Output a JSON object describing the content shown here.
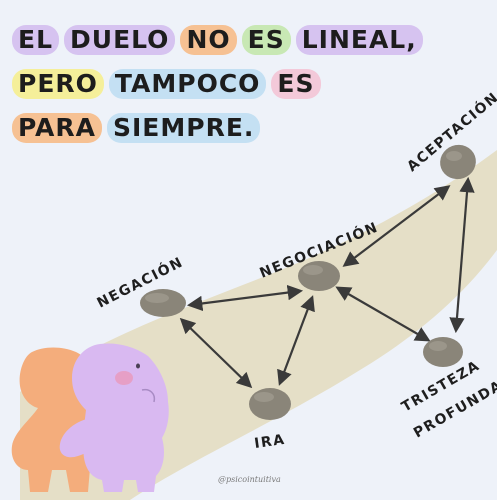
{
  "title": {
    "lines": [
      {
        "words": [
          {
            "text": "EL",
            "hl": "#d6c3f0"
          },
          {
            "text": "DUELO",
            "hl": "#d6c3f0"
          },
          {
            "text": "NO",
            "hl": "#f6c193"
          },
          {
            "text": "ES",
            "hl": "#c8e8b4"
          },
          {
            "text": "LINEAL,",
            "hl": "#d6c3f0"
          }
        ]
      },
      {
        "words": [
          {
            "text": "PERO",
            "hl": "#f5ef9a"
          },
          {
            "text": "TAMPOCO",
            "hl": "#c4e0f3"
          },
          {
            "text": "ES",
            "hl": "#f3c9d9"
          }
        ]
      },
      {
        "words": [
          {
            "text": "PARA",
            "hl": "#f6c193"
          },
          {
            "text": "SIEMPRE.",
            "hl": "#c4e0f3"
          }
        ]
      }
    ]
  },
  "diagram": {
    "nodes": {
      "negacion": {
        "label": "NEGACIÓN"
      },
      "negociacion": {
        "label": "NEGOCIACIÓN"
      },
      "aceptacion": {
        "label": "ACEPTACIÓN"
      },
      "ira": {
        "label": "IRA"
      },
      "tristeza": {
        "label_line1": "TRISTEZA",
        "label_line2": "PROFUNDA"
      }
    },
    "edges": [
      [
        "negacion",
        "negociacion"
      ],
      [
        "negacion",
        "ira"
      ],
      [
        "ira",
        "negociacion"
      ],
      [
        "negociacion",
        "aceptacion"
      ],
      [
        "negociacion",
        "tristeza"
      ],
      [
        "tristeza",
        "aceptacion"
      ]
    ]
  },
  "signature": "@psicointuitiva",
  "colors": {
    "background": "#eef2f9",
    "path": "#e5dfc7",
    "stone": "#8a8579",
    "stone_shadow": "#6f6b62",
    "arrow": "#3a3a3a",
    "orange_character": "#f4ad7c",
    "purple_character": "#d9b9f1"
  }
}
